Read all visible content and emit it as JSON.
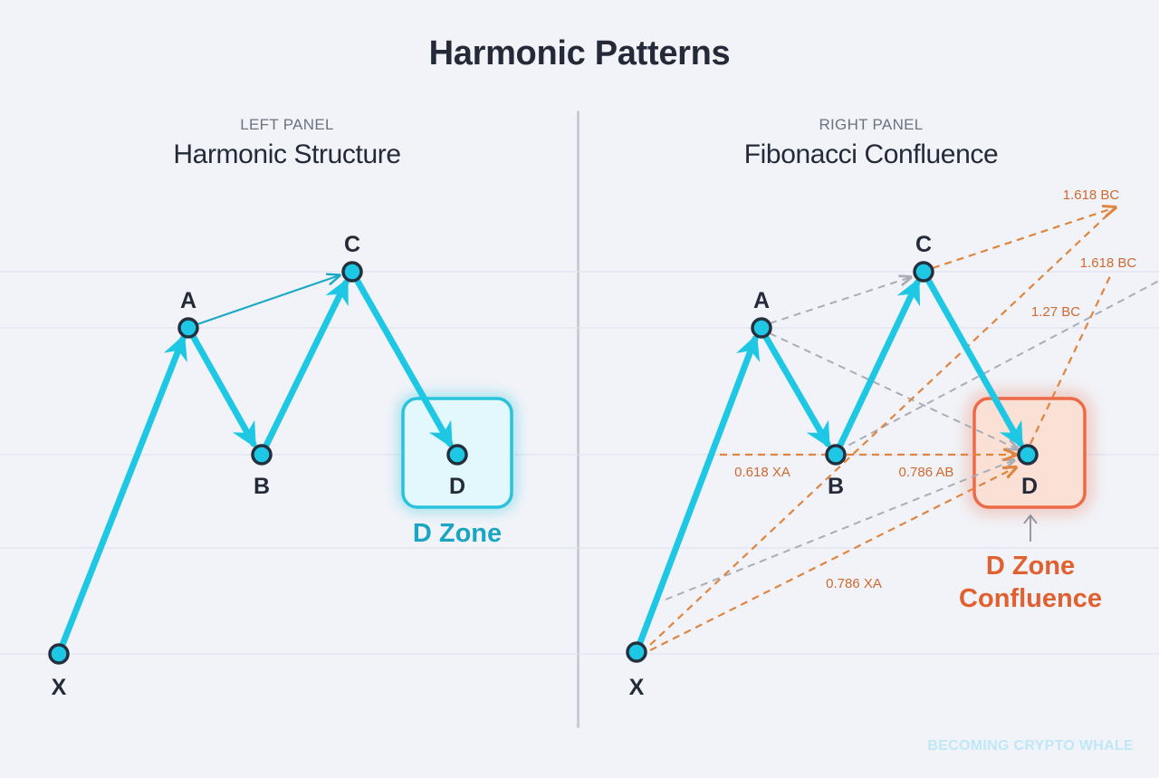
{
  "header": {
    "title": "Harmonic Patterns"
  },
  "left_panel": {
    "kicker": "LEFT PANEL",
    "title": "Harmonic Structure",
    "points": {
      "X": "X",
      "A": "A",
      "B": "B",
      "C": "C",
      "D": "D"
    },
    "zone_label": "D Zone"
  },
  "right_panel": {
    "kicker": "RIGHT PANEL",
    "title": "Fibonacci Confluence",
    "points": {
      "X": "X",
      "A": "A",
      "B": "B",
      "C": "C",
      "D": "D"
    },
    "fib_labels": {
      "bc_1618_top": "1.618 BC",
      "bc_1618": "1.618 BC",
      "bc_127": "1.27 BC",
      "xa_0618": "0.618 XA",
      "ab_0786": "0.786 AB",
      "xa_0786": "0.786 XA"
    },
    "zone_label_line1": "D Zone",
    "zone_label_line2": "Confluence"
  },
  "colors": {
    "leg": "#1ec8e4",
    "node_stroke": "#25303f",
    "fib_orange": "#e0853f",
    "guide_gray": "#a8adb8",
    "zone_cyan": "#27c3dc",
    "zone_orange": "#ec6a45",
    "text_dark": "#252a38",
    "label_orange": "#d0692f"
  },
  "footer": {
    "watermark": "BECOMING CRYPTO WHALE"
  }
}
